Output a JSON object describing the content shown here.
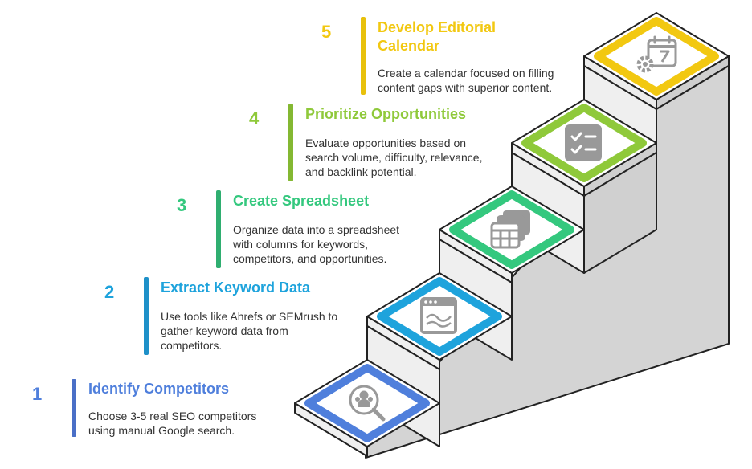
{
  "steps": [
    {
      "number": "1",
      "title": "Identify Competitors",
      "description": "Choose 3-5 real SEO competitors\nusing manual Google search.",
      "color": "#4f7fdc",
      "bar_color": "#4a6fc7",
      "icon": "search-people-icon"
    },
    {
      "number": "2",
      "title": "Extract Keyword Data",
      "description": "Use tools like Ahrefs or SEMrush to\ngather keyword data from\ncompetitors.",
      "color": "#1ea3dc",
      "bar_color": "#1e90c8",
      "icon": "data-chart-icon"
    },
    {
      "number": "3",
      "title": "Create Spreadsheet",
      "description": "Organize data into a spreadsheet\nwith columns for keywords,\ncompetitors, and opportunities.",
      "color": "#34c87e",
      "bar_color": "#2fae70",
      "icon": "spreadsheet-icon"
    },
    {
      "number": "4",
      "title": "Prioritize Opportunities",
      "description": "Evaluate opportunities based on\nsearch volume, difficulty, relevance,\nand backlink potential.",
      "color": "#8fc93a",
      "bar_color": "#84b832",
      "icon": "checklist-icon"
    },
    {
      "number": "5",
      "title": "Develop Editorial\nCalendar",
      "description": "Create a calendar focused on filling\ncontent gaps with superior content.",
      "color": "#f2c811",
      "bar_color": "#e8c10c",
      "icon": "calendar-gear-icon"
    }
  ]
}
